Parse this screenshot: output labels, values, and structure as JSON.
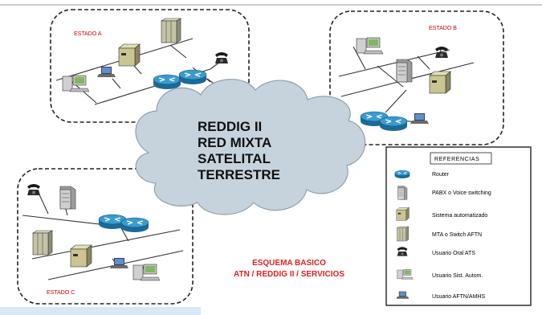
{
  "states": {
    "a": {
      "label": "ESTADO A"
    },
    "b": {
      "label": "ESTADO B"
    },
    "c": {
      "label": "ESTADO C"
    }
  },
  "cloud": {
    "line1": "REDDIG II",
    "line2": "RED MIXTA",
    "line3": "SATELITAL",
    "line4": "TERRESTRE"
  },
  "references": {
    "title": "REFERENCIAS",
    "items": [
      {
        "icon": "router-icon",
        "label": "Router"
      },
      {
        "icon": "pabx-icon",
        "label": "PABX o Voice switching"
      },
      {
        "icon": "automated-system-icon",
        "label": "Sistema automatizado"
      },
      {
        "icon": "mta-switch-icon",
        "label": "MTA o Switch AFTN"
      },
      {
        "icon": "phone-icon",
        "label": "Usuario Oral ATS"
      },
      {
        "icon": "workstation-icon",
        "label": "Usuario Sist. Autom."
      },
      {
        "icon": "laptop-icon",
        "label": "Usuario AFTN/AMHS"
      }
    ]
  },
  "scheme": {
    "line1": "ESQUEMA BASICO",
    "line2": "ATN / REDDIG II / SERVICIOS"
  },
  "colors": {
    "cloud_fill": "#c7d3dc",
    "router_fill": "#2e8bc0",
    "accent_red": "#e02020",
    "bottom_bar": "#d9e8f6"
  }
}
